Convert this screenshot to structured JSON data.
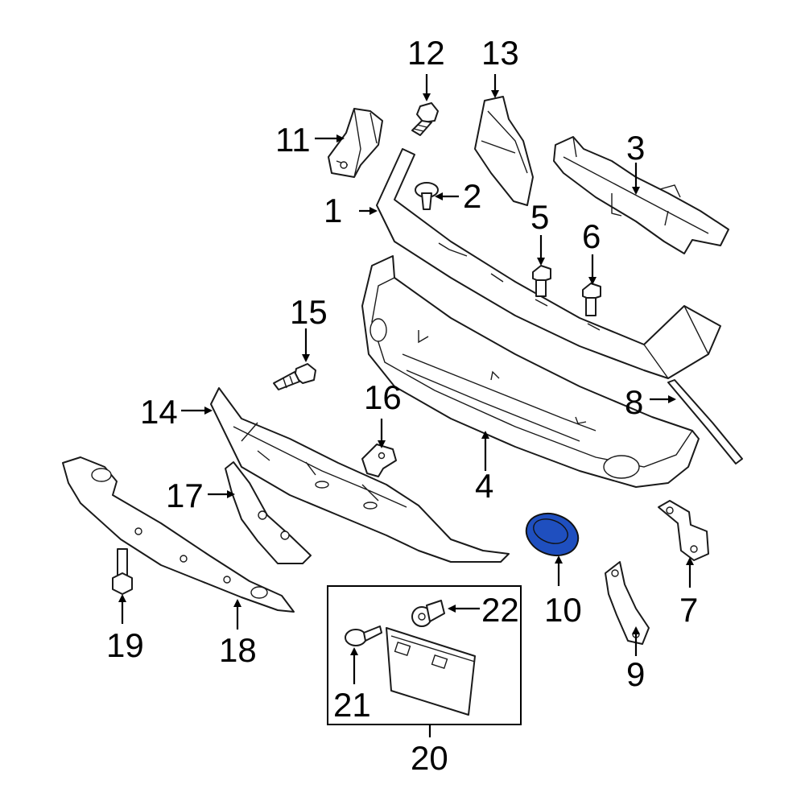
{
  "highlight_color": "#1f4fbf",
  "highlighted_part": "10",
  "callouts": {
    "c1": "1",
    "c2": "2",
    "c3": "3",
    "c4": "4",
    "c5": "5",
    "c6": "6",
    "c7": "7",
    "c8": "8",
    "c9": "9",
    "c10": "10",
    "c11": "11",
    "c12": "12",
    "c13": "13",
    "c14": "14",
    "c15": "15",
    "c16": "16",
    "c17": "17",
    "c18": "18",
    "c19": "19",
    "c20": "20",
    "c21": "21",
    "c22": "22"
  }
}
